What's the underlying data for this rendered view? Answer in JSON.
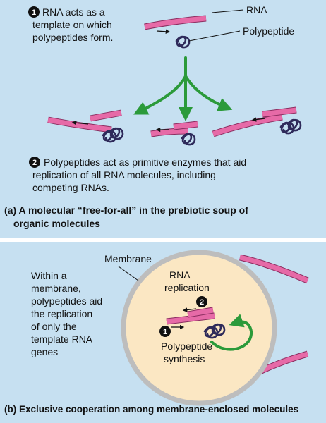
{
  "panel_a": {
    "step1_number": "1",
    "step1_lines": [
      "RNA acts as a",
      "template on which",
      "polypeptides form."
    ],
    "label_rna": "RNA",
    "label_polypeptide": "Polypeptide",
    "step2_number": "2",
    "step2_lines": [
      "Polypeptides act as primitive enzymes that aid",
      "replication of all RNA molecules, including",
      "competing RNAs."
    ],
    "caption_lines": [
      "(a) A molecular “free-for-all” in the prebiotic soup of",
      "organic molecules"
    ]
  },
  "panel_b": {
    "label_membrane": "Membrane",
    "side_text_lines": [
      "Within a",
      "membrane,",
      "polypeptides aid",
      "the replication",
      "of only the",
      "template RNA",
      "genes"
    ],
    "rna_replication_lines": [
      "RNA",
      "replication"
    ],
    "step2_number": "2",
    "step1_number": "1",
    "synthesis_lines": [
      "Polypeptide",
      "synthesis"
    ],
    "caption": "(b) Exclusive cooperation among membrane-enclosed molecules"
  },
  "colors": {
    "panel_bg": "#c6e0f1",
    "rna_pink": "#e66aa7",
    "rna_stroke": "#8a2e60",
    "polypeptide": "#2e2a5a",
    "arrow_green": "#2b9a3a",
    "membrane_fill": "#fbe7c3",
    "membrane_ring": "#bdbdbd"
  }
}
